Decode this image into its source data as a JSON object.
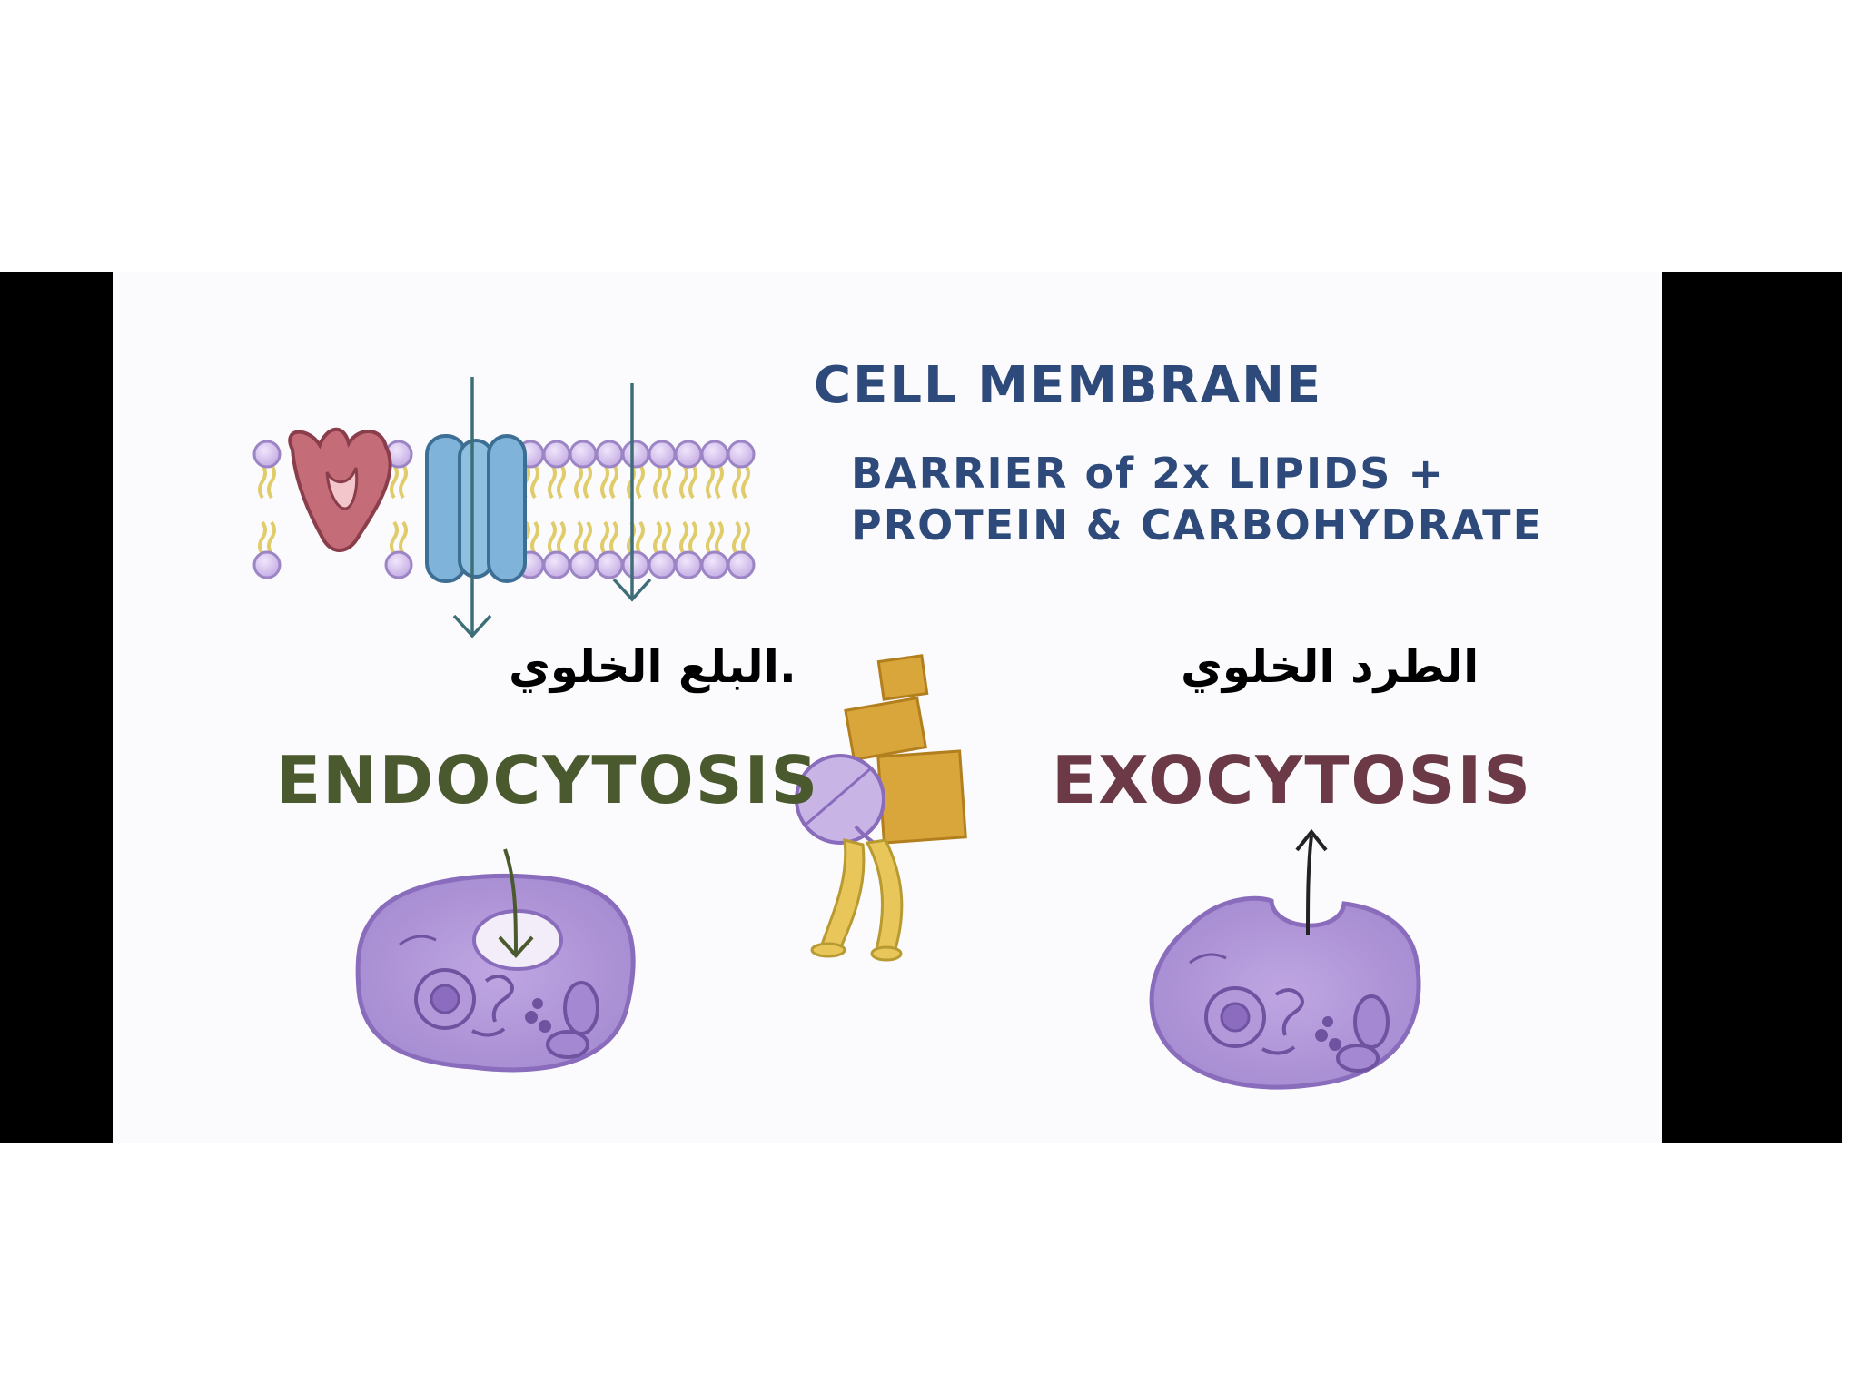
{
  "diagram": {
    "title": "CELL MEMBRANE",
    "subtitle_line1": "BARRIER of 2x LIPIDS +",
    "subtitle_line2": "PROTEIN & CARBOHYDRATE",
    "endocytosis_label": "ENDOCYTOSIS",
    "exocytosis_label": "EXOCYTOSIS",
    "endocytosis_arabic": ".البلع الخلوي",
    "exocytosis_arabic": "الطرد الخلوي"
  },
  "colors": {
    "title": "#2d4a7a",
    "subtitle": "#2d4a7a",
    "endocytosis": "#4a5a2e",
    "exocytosis": "#6b3a46",
    "phospholipid_head": "#d9c8ee",
    "lipid_tail": "#e6d57a",
    "channel_protein": "#7fb3d9",
    "receptor_protein": "#c9707a",
    "cell_body": "#c9b4e6",
    "box": "#d9a63c",
    "figure": "#e8c65a"
  }
}
